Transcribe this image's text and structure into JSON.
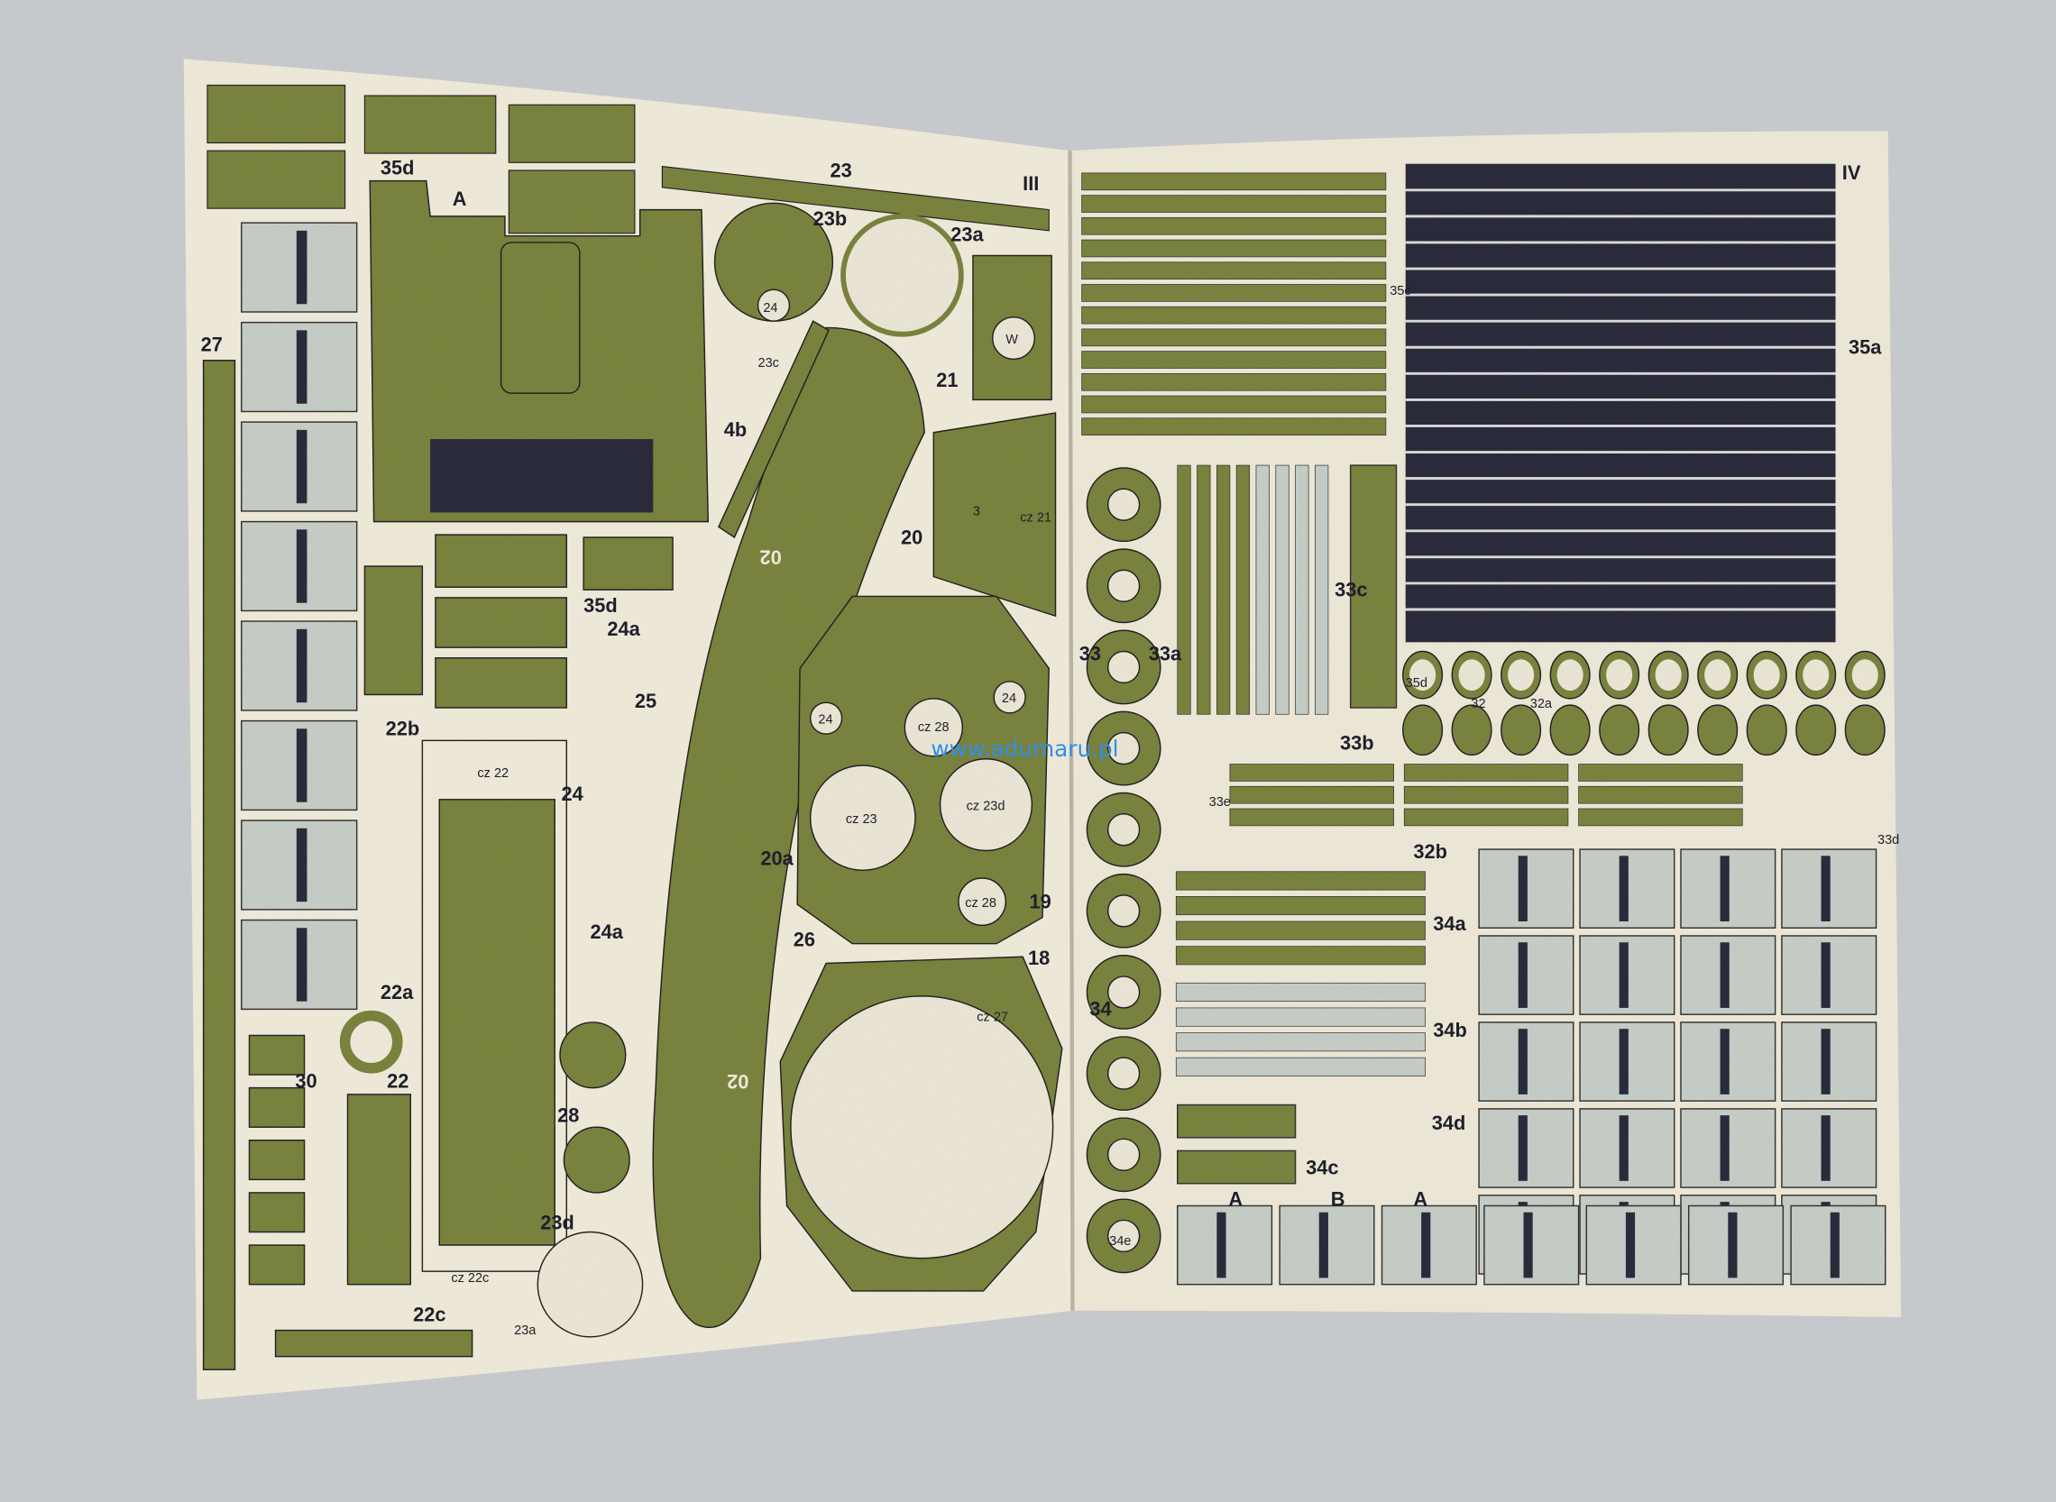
{
  "watermark": "www.adumaru.pl",
  "colors": {
    "background": "#c6c9cb",
    "paper": "#ede7d7",
    "olive": "#7b843f",
    "navy": "#2b2d3b",
    "light": "#c7cfc8",
    "ink": "#1d1f2a"
  },
  "pages": {
    "left_number": "III",
    "right_number": "IV"
  },
  "labels": [
    "35d",
    "A",
    "23",
    "23b",
    "23a",
    "24",
    "23c",
    "W",
    "21",
    "4b",
    "3",
    "cz 21",
    "20",
    "27",
    "35d",
    "24a",
    "25",
    "24",
    "22b",
    "cz 22",
    "24",
    "cz 28",
    "24",
    "cz 23",
    "cz 23d",
    "20a",
    "cz 28",
    "19",
    "26",
    "24a",
    "18",
    "cz 27",
    "22a",
    "22",
    "30",
    "28",
    "02",
    "02",
    "23d",
    "cz 22c",
    "22c",
    "23a",
    "35c",
    "35a",
    "33c",
    "33",
    "33a",
    "35d",
    "32",
    "32a",
    "33b",
    "33e",
    "33d",
    "32b",
    "34a",
    "34b",
    "34",
    "34d",
    "34c",
    "34e",
    "A",
    "B",
    "A"
  ]
}
